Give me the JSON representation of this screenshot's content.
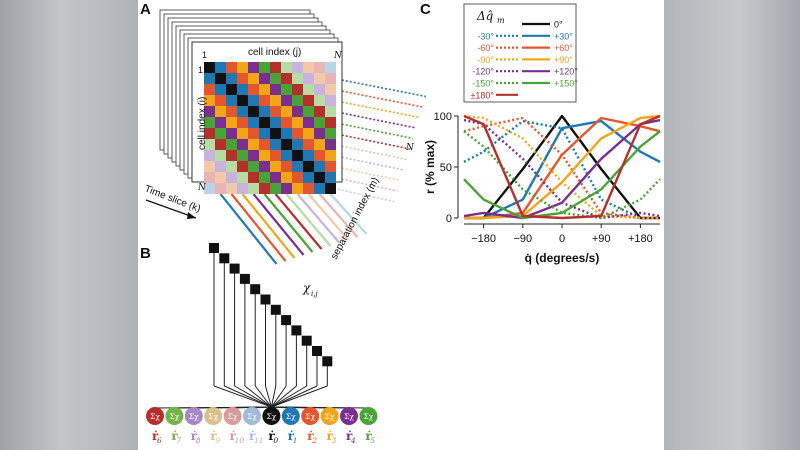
{
  "panels": {
    "a": "A",
    "b": "B",
    "c": "C"
  },
  "panel_a": {
    "cell_index_j": "cell index (j)",
    "cell_index_i": "cell index (i)",
    "time_slice": "Time slice (k)",
    "separation_index": "separation index (m)",
    "tick_one_top": "1",
    "tick_n_top": "N",
    "tick_one_left": "1",
    "tick_n_left": "N",
    "tick_n_diag": "N"
  },
  "panel_b": {
    "chi_label": "χ",
    "chi_sub": "i,j",
    "node_symbol": "Σχ",
    "nodes": [
      {
        "sym": "Σχ",
        "label": "ṙ",
        "sub": "6",
        "color": "#b5302c"
      },
      {
        "sym": "Σχ",
        "label": "ṙ",
        "sub": "7",
        "color": "#73b446"
      },
      {
        "sym": "Σχ",
        "label": "ṙ",
        "sub": "8",
        "color": "#a887c4"
      },
      {
        "sym": "Σχ",
        "label": "ṙ",
        "sub": "9",
        "color": "#d9c08a"
      },
      {
        "sym": "Σχ",
        "label": "ṙ",
        "sub": "10",
        "color": "#d89a9a"
      },
      {
        "sym": "Σχ",
        "label": "ṙ",
        "sub": "11",
        "color": "#9fbbd9"
      },
      {
        "sym": "Σχ",
        "label": "ṙ",
        "sub": "0",
        "color": "#111111"
      },
      {
        "sym": "Σχ",
        "label": "ṙ",
        "sub": "1",
        "color": "#1f78b4"
      },
      {
        "sym": "Σχ",
        "label": "ṙ",
        "sub": "2",
        "color": "#e4572e"
      },
      {
        "sym": "Σχ",
        "label": "ṙ",
        "sub": "3",
        "color": "#f2a516"
      },
      {
        "sym": "Σχ",
        "label": "ṙ",
        "sub": "4",
        "color": "#7a2f8e"
      },
      {
        "sym": "Σχ",
        "label": "ṙ",
        "sub": "5",
        "color": "#4aa336"
      }
    ]
  },
  "colors": {
    "black": "#111111",
    "blue": "#1f78b4",
    "orange": "#e4572e",
    "gold": "#f2a516",
    "purple": "#7a2f8e",
    "green": "#4aa336",
    "darkred": "#b5302c",
    "light_green": "#b7dca3",
    "light_purple": "#c7b3dd",
    "peach": "#f2c9a8",
    "pink": "#e8b4b4",
    "light_blue": "#b9d3ea"
  },
  "chart_data": {
    "type": "line",
    "title": "",
    "xlabel": "q̇ (degrees/s)",
    "ylabel": "r (% max)",
    "xlim": [
      -225,
      225
    ],
    "ylim": [
      0,
      100
    ],
    "xticks": [
      -180,
      -90,
      0,
      90,
      180
    ],
    "xtick_labels": [
      "−180",
      "−90",
      "0",
      "+90",
      "+180"
    ],
    "yticks": [
      0,
      50,
      100
    ],
    "ytick_labels": [
      "0",
      "50",
      "100"
    ],
    "grid": false,
    "legend": {
      "title": "Δq̂",
      "title_sub": "m",
      "placement": "top",
      "entries": [
        {
          "label": "0°",
          "color": "#111111",
          "dash": "solid"
        },
        {
          "label": "-30°",
          "color": "#1f78b4",
          "dash": "dotted"
        },
        {
          "label": "+30°",
          "color": "#1f78b4",
          "dash": "solid"
        },
        {
          "label": "-60°",
          "color": "#e4572e",
          "dash": "dotted"
        },
        {
          "label": "+60°",
          "color": "#e4572e",
          "dash": "solid"
        },
        {
          "label": "-90°",
          "color": "#f2a516",
          "dash": "dotted"
        },
        {
          "label": "+90°",
          "color": "#f2a516",
          "dash": "solid"
        },
        {
          "label": "-120°",
          "color": "#7a2f8e",
          "dash": "dotted"
        },
        {
          "label": "+120°",
          "color": "#7a2f8e",
          "dash": "solid"
        },
        {
          "label": "-150°",
          "color": "#4aa336",
          "dash": "dotted"
        },
        {
          "label": "+150°",
          "color": "#4aa336",
          "dash": "solid"
        },
        {
          "label": "±180°",
          "color": "#b5302c",
          "dash": "solid"
        }
      ]
    },
    "series": [
      {
        "color": "#111111",
        "dash": "solid",
        "x": [
          -225,
          -180,
          -90,
          0,
          90,
          180,
          225
        ],
        "y": [
          0,
          0,
          48,
          100,
          48,
          0,
          0
        ]
      },
      {
        "color": "#1f78b4",
        "dash": "solid",
        "x": [
          -225,
          -180,
          -90,
          0,
          90,
          180,
          225
        ],
        "y": [
          0,
          0,
          18,
          88,
          95,
          65,
          55
        ]
      },
      {
        "color": "#1f78b4",
        "dash": "dotted",
        "x": [
          -225,
          -180,
          -90,
          0,
          90,
          180,
          225
        ],
        "y": [
          55,
          65,
          95,
          88,
          18,
          0,
          0
        ]
      },
      {
        "color": "#e4572e",
        "dash": "solid",
        "x": [
          -225,
          -180,
          -90,
          0,
          90,
          180,
          225
        ],
        "y": [
          0,
          0,
          5,
          62,
          98,
          90,
          85
        ]
      },
      {
        "color": "#e4572e",
        "dash": "dotted",
        "x": [
          -225,
          -180,
          -90,
          0,
          90,
          180,
          225
        ],
        "y": [
          85,
          90,
          98,
          62,
          5,
          0,
          0
        ]
      },
      {
        "color": "#f2a516",
        "dash": "solid",
        "x": [
          -225,
          -180,
          -90,
          0,
          90,
          180,
          225
        ],
        "y": [
          0,
          0,
          2,
          35,
          78,
          98,
          100
        ]
      },
      {
        "color": "#f2a516",
        "dash": "dotted",
        "x": [
          -225,
          -180,
          -90,
          0,
          90,
          180,
          225
        ],
        "y": [
          100,
          98,
          78,
          35,
          2,
          0,
          0
        ]
      },
      {
        "color": "#7a2f8e",
        "dash": "solid",
        "x": [
          -225,
          -180,
          -90,
          0,
          90,
          180,
          225
        ],
        "y": [
          2,
          5,
          0,
          15,
          58,
          92,
          96
        ]
      },
      {
        "color": "#7a2f8e",
        "dash": "dotted",
        "x": [
          -225,
          -180,
          -90,
          0,
          90,
          180,
          225
        ],
        "y": [
          96,
          92,
          58,
          15,
          0,
          5,
          2
        ]
      },
      {
        "color": "#4aa336",
        "dash": "solid",
        "x": [
          -225,
          -180,
          -90,
          0,
          90,
          180,
          225
        ],
        "y": [
          38,
          18,
          0,
          5,
          28,
          70,
          85
        ]
      },
      {
        "color": "#4aa336",
        "dash": "dotted",
        "x": [
          -225,
          -180,
          -90,
          0,
          90,
          180,
          225
        ],
        "y": [
          85,
          70,
          28,
          5,
          0,
          18,
          38
        ]
      },
      {
        "color": "#b5302c",
        "dash": "solid",
        "x": [
          -225,
          -180,
          -90,
          0,
          90,
          180,
          225
        ],
        "y": [
          100,
          92,
          2,
          0,
          2,
          92,
          100
        ]
      }
    ]
  }
}
